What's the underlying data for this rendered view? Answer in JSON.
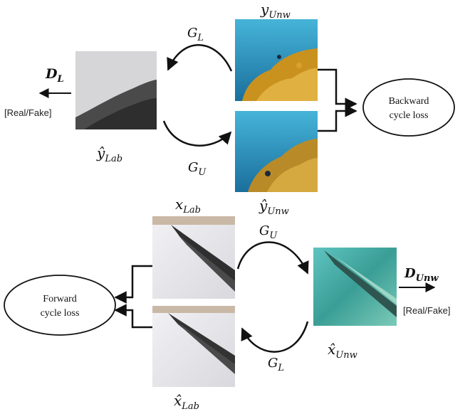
{
  "labels": {
    "y_unw": {
      "base": "y",
      "sub": "Unw"
    },
    "y_hat_unw": {
      "base": "ŷ",
      "sub": "Unw"
    },
    "y_hat_lab": {
      "base": "ŷ",
      "sub": "Lab"
    },
    "x_lab": {
      "base": "x",
      "sub": "Lab"
    },
    "x_hat_lab": {
      "base": "x̂",
      "sub": "Lab"
    },
    "x_hat_unw": {
      "base": "x̂",
      "sub": "Unw"
    },
    "g_l_top": {
      "base": "G",
      "sub": "L"
    },
    "g_u_top": {
      "base": "G",
      "sub": "U"
    },
    "g_u_bottom": {
      "base": "G",
      "sub": "U"
    },
    "g_l_bottom": {
      "base": "G",
      "sub": "L"
    },
    "d_l": {
      "base": "D",
      "sub": "L"
    },
    "d_unw": {
      "base": "D",
      "sub": "Unw"
    }
  },
  "real_fake_top": "[Real/Fake]",
  "real_fake_bottom": "[Real/Fake]",
  "backward_loss": {
    "line1": "Backward",
    "line2": "cycle loss"
  },
  "forward_loss": {
    "line1": "Forward",
    "line2": "cycle loss"
  },
  "colors": {
    "underwater_water": "#2a8fc0",
    "coral": "#d9a030",
    "snow": "#e6e6ea",
    "rail": "#333333",
    "arrow": "#111111"
  }
}
